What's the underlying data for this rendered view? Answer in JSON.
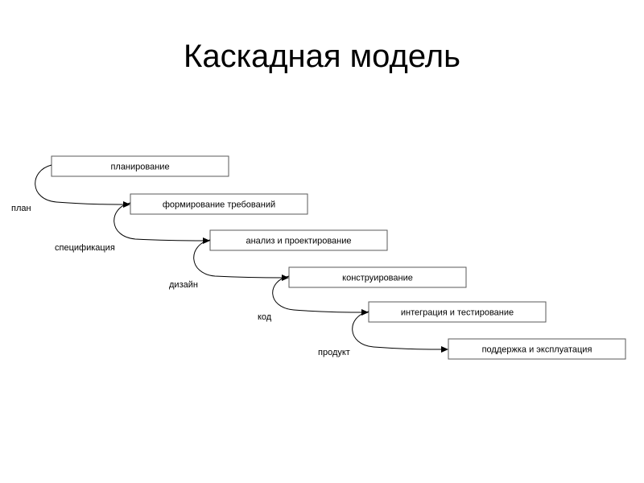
{
  "title": "Каскадная модель",
  "stages": [
    {
      "label": "планирование"
    },
    {
      "label": "формирование требований"
    },
    {
      "label": "анализ и проектирование"
    },
    {
      "label": "конструирование"
    },
    {
      "label": "интеграция и тестирование"
    },
    {
      "label": "поддержка и эксплуатация"
    }
  ],
  "artifacts": [
    {
      "label": "план"
    },
    {
      "label": "спецификация"
    },
    {
      "label": "дизайн"
    },
    {
      "label": "код"
    },
    {
      "label": "продукт"
    }
  ]
}
